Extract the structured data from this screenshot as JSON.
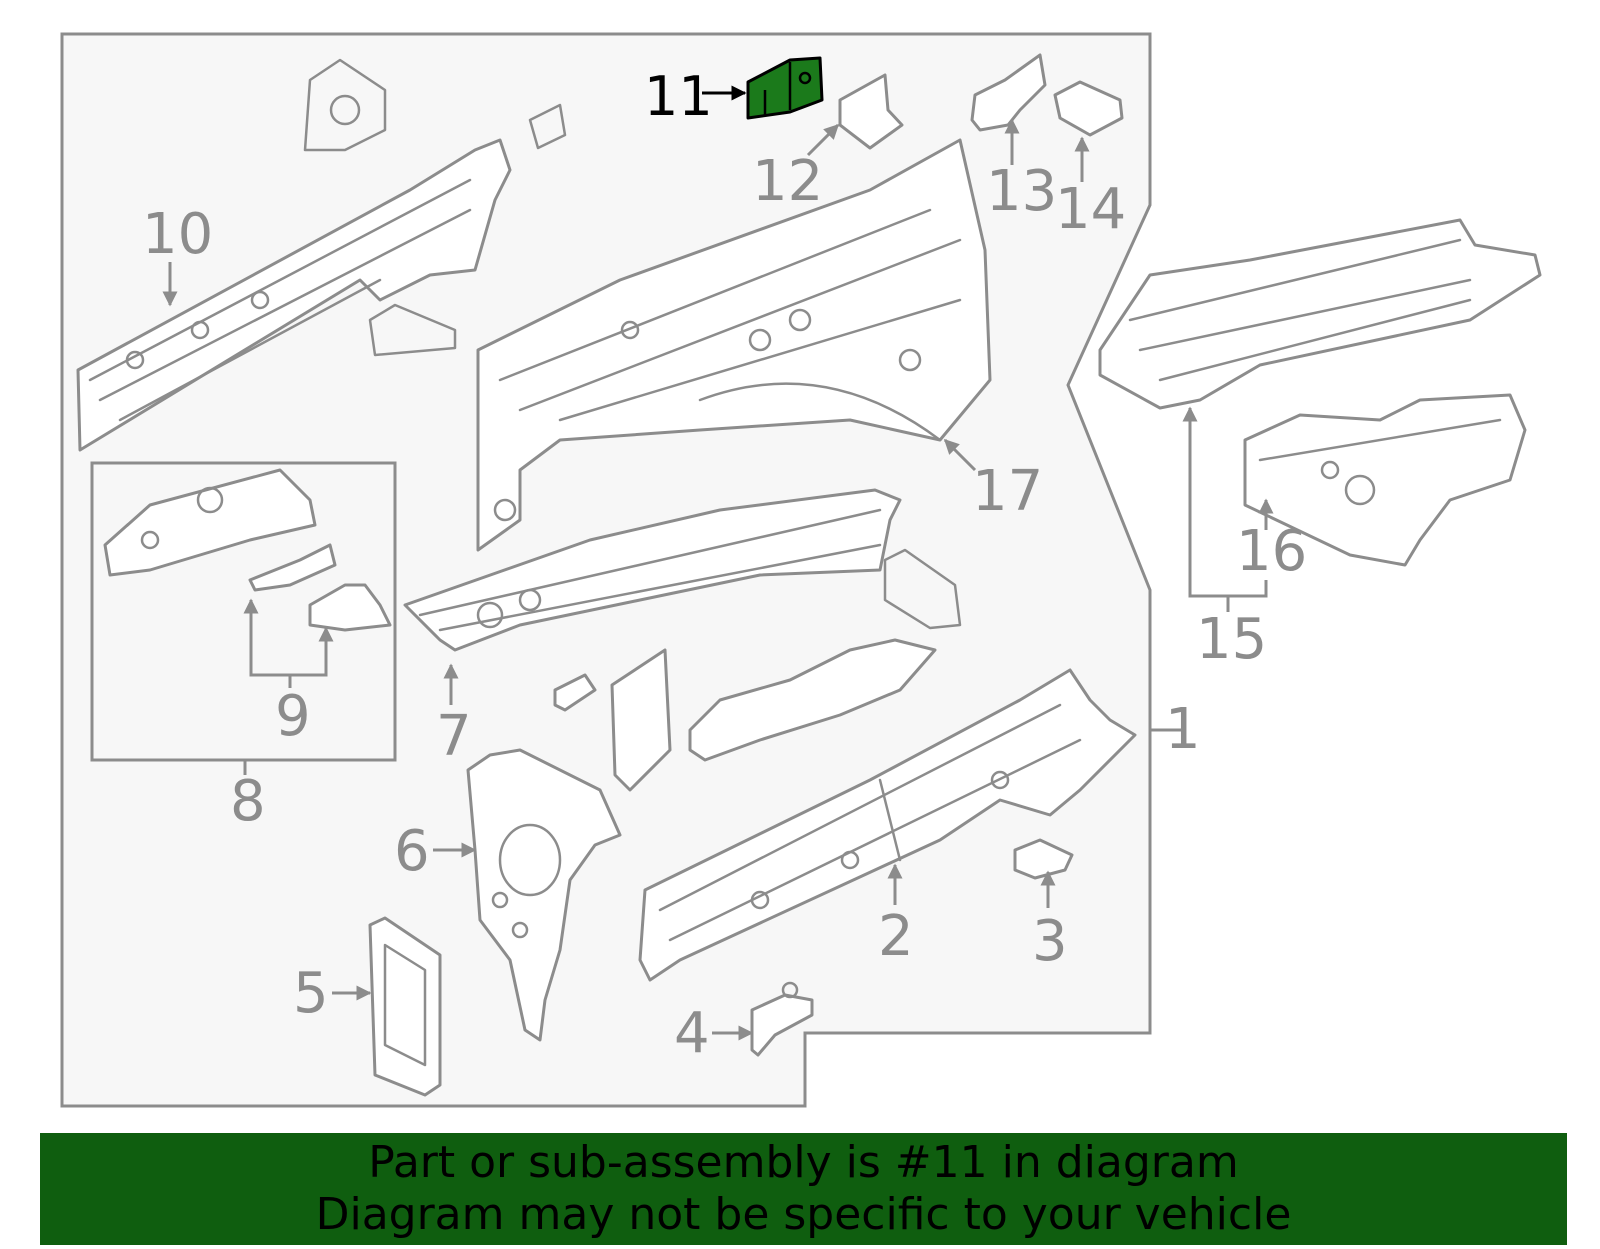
{
  "diagram": {
    "highlighted_part": "11",
    "highlight_color": "#1b7a1b",
    "line_color": "#8c8c8c",
    "callouts": [
      "1",
      "2",
      "3",
      "4",
      "5",
      "6",
      "7",
      "8",
      "9",
      "10",
      "11",
      "12",
      "13",
      "14",
      "15",
      "16",
      "17"
    ]
  },
  "banner": {
    "line1": "Part or sub-assembly is #11 in diagram",
    "line2": "Diagram may not be specific to your vehicle",
    "background": "#0f5e0f"
  }
}
